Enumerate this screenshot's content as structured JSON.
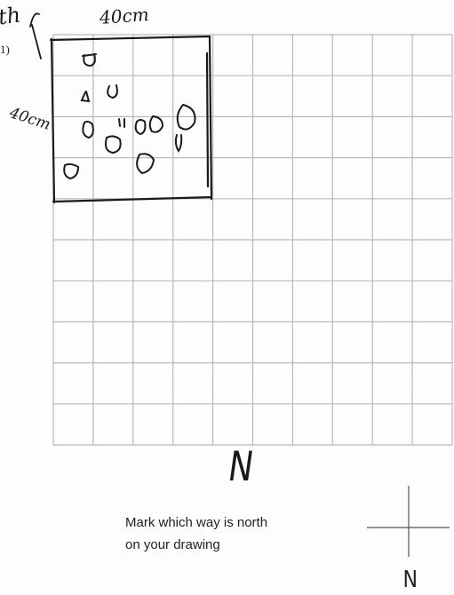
{
  "labels": {
    "quadrat_width": "40cm",
    "quadrat_height": "40cm",
    "corner_scribble": "th",
    "edge_text": "1)",
    "north_marking": "N"
  },
  "instruction": {
    "line1": "Mark which way is north",
    "line2": "on your drawing"
  },
  "compass": {
    "label": "N"
  },
  "colors": {
    "grid_line": "#b8b8b8",
    "ink": "#1a1a1a"
  }
}
